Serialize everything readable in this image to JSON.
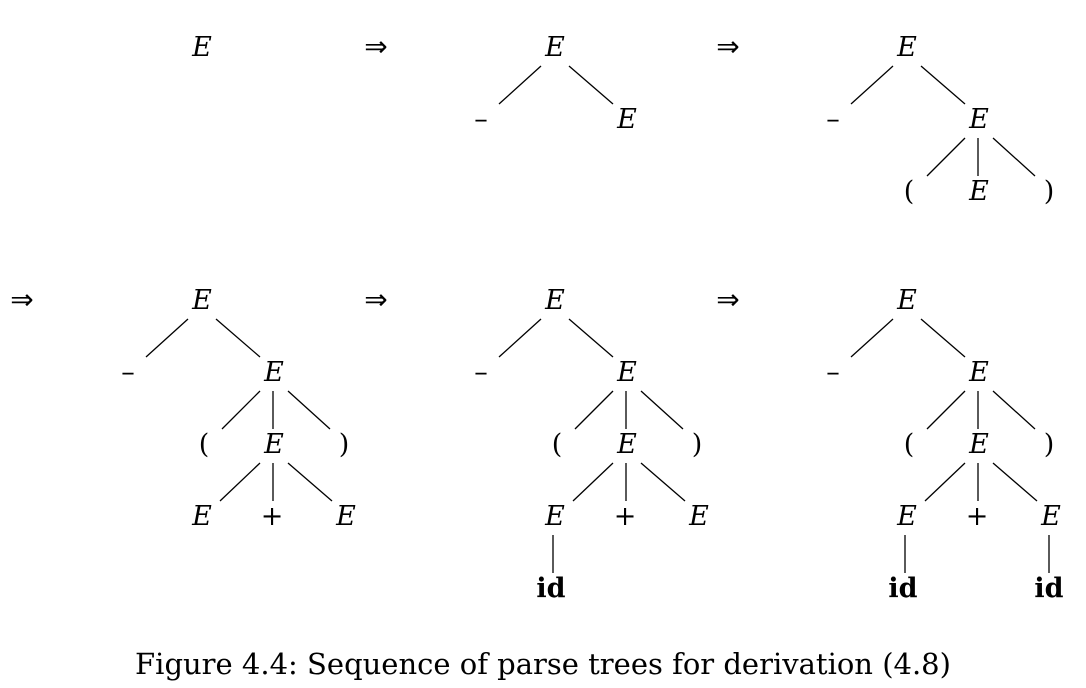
{
  "caption": "Figure 4.4: Sequence of parse trees for derivation (4.8)",
  "arrow_symbol": "⇒",
  "symbols": {
    "E": "E",
    "minus": "–",
    "lparen": "(",
    "rparen": ")",
    "plus": "+",
    "id": "id"
  },
  "trees": [
    {
      "label": "tree-1",
      "nodes": [
        "E"
      ]
    },
    {
      "label": "tree-2",
      "nodes": [
        "E",
        "–",
        "E"
      ]
    },
    {
      "label": "tree-3",
      "nodes": [
        "E",
        "–",
        "E",
        "(",
        "E",
        ")"
      ]
    },
    {
      "label": "tree-4",
      "nodes": [
        "E",
        "–",
        "E",
        "(",
        "E",
        ")",
        "E",
        "+",
        "E"
      ]
    },
    {
      "label": "tree-5",
      "nodes": [
        "E",
        "–",
        "E",
        "(",
        "E",
        ")",
        "E",
        "+",
        "E",
        "id"
      ]
    },
    {
      "label": "tree-6",
      "nodes": [
        "E",
        "–",
        "E",
        "(",
        "E",
        ")",
        "E",
        "+",
        "E",
        "id",
        "id"
      ]
    }
  ]
}
